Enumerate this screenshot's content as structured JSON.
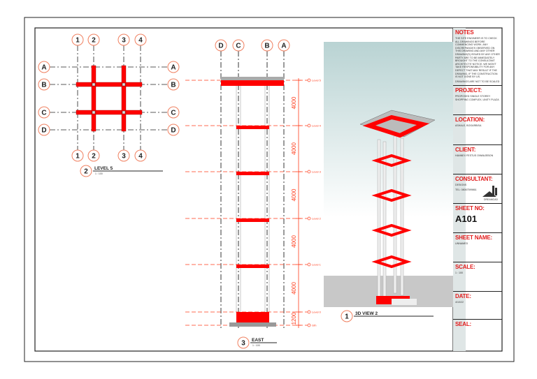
{
  "plan": {
    "columns": [
      "1",
      "2",
      "3",
      "4"
    ],
    "rows": [
      "A",
      "B",
      "C",
      "D"
    ],
    "view_number": "2",
    "view_title": "LEVEL 5",
    "view_scale": "1 : 100"
  },
  "elevation": {
    "grids": [
      "D",
      "C",
      "B",
      "A"
    ],
    "levels": [
      "Level 5",
      "Level 4",
      "Level 3",
      "Level 2",
      "Level 1",
      "Level 0",
      "Gth"
    ],
    "dimensions": [
      "4000",
      "4000",
      "4000",
      "4000",
      "4000",
      "1200"
    ],
    "view_number": "3",
    "view_title": "EAST",
    "view_scale": "1 : 100"
  },
  "view3d": {
    "view_number": "1",
    "view_title": "3D VIEW 2"
  },
  "title_block": {
    "notes_heading": "NOTES",
    "notes_text": "The site engineer is to check all drawings before commencing work. Any discrepancies observed on this drawing and any other drawing(s) issued by any other party are to be immediately brought to the consultant architects' notice. We won't take responsibility for any defect that may result if the drawing, if the construction is not done by us.",
    "notes_footer": "Drawings are not to be scaled",
    "project_heading": "PROJECT:",
    "project": "Proposed single storey shopping complex, unity plaza",
    "location_heading": "LOCATION:",
    "location": "Ashale, Bogarbisa",
    "client_heading": "CLIENT:",
    "client": "Hannex Festus Onwajebon",
    "consultant_heading": "CONSULTANT:",
    "consultant": "Designs",
    "consultant_tel": "Tel: 08067599861",
    "logo_text": "DREAMCAD",
    "sheet_no_heading": "SHEET NO:",
    "sheet_no": "A101",
    "sheet_name_heading": "SHEET NAME:",
    "sheet_name": "Unnamed",
    "scale_heading": "SCALE:",
    "scale": "1 : 100",
    "date_heading": "DATE:",
    "date": "4/10/22",
    "seal_heading": "SEAL:"
  },
  "colors": {
    "accent": "#e21b1b",
    "structure_red": "#ff0000",
    "line": "#222222"
  }
}
